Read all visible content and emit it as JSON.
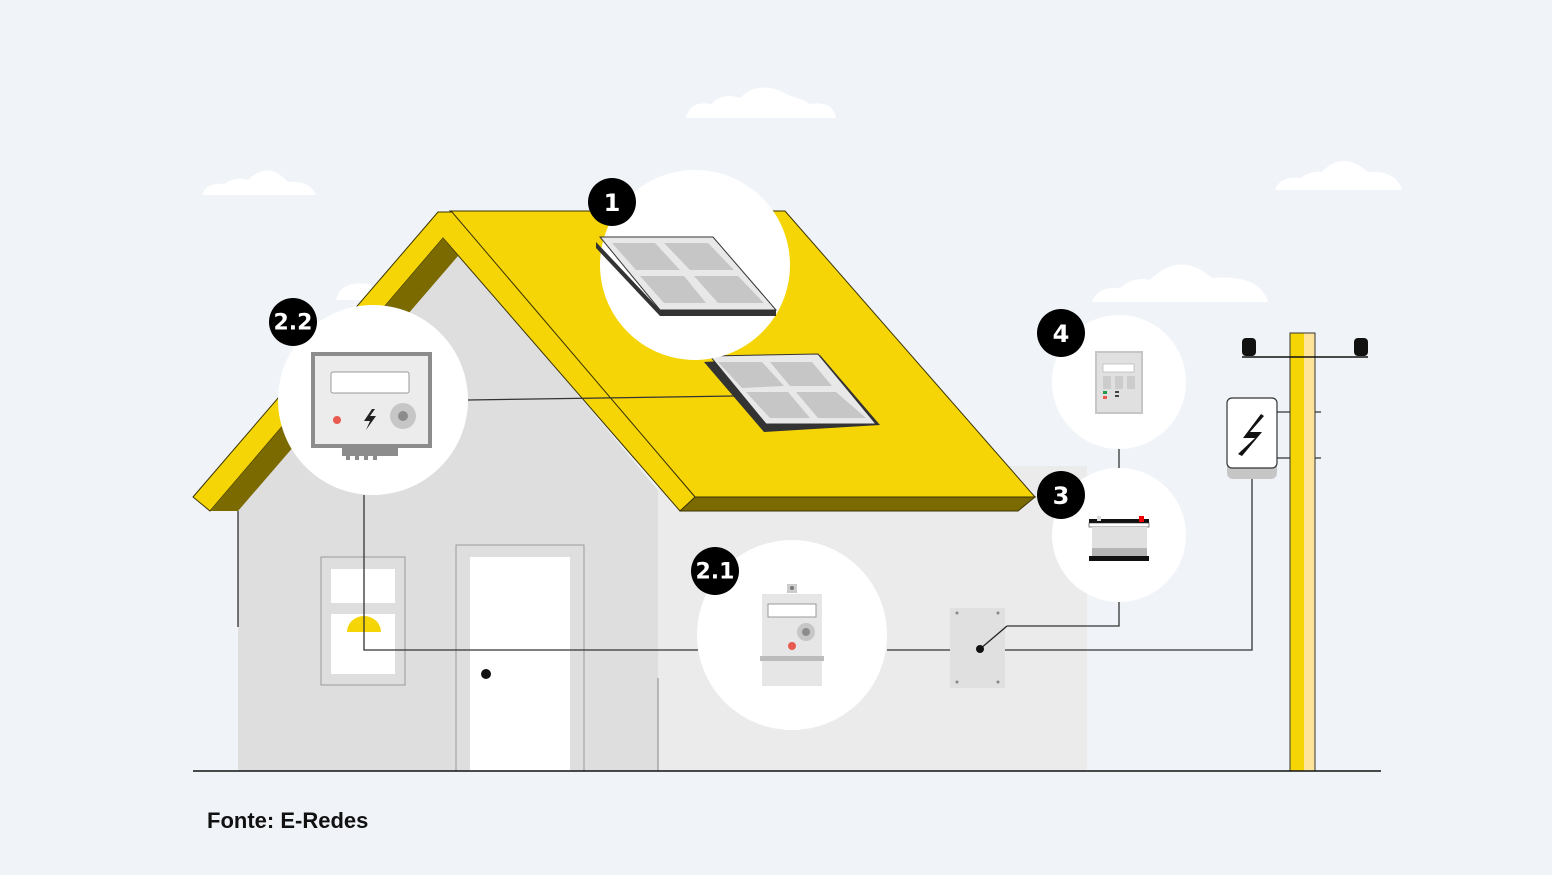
{
  "caption": "Fonte: E-Redes",
  "badges": {
    "solar_panels": "1",
    "meter_2_1": "2.1",
    "meter_2_2": "2.2",
    "battery": "3",
    "controller": "4"
  },
  "colors": {
    "background": "#f0f4f9",
    "roof": "#f5d506",
    "roof_shadow": "#7a6a00",
    "wall_dark": "#dedede",
    "wall_light": "#ebebeb",
    "badge": "#000000"
  }
}
